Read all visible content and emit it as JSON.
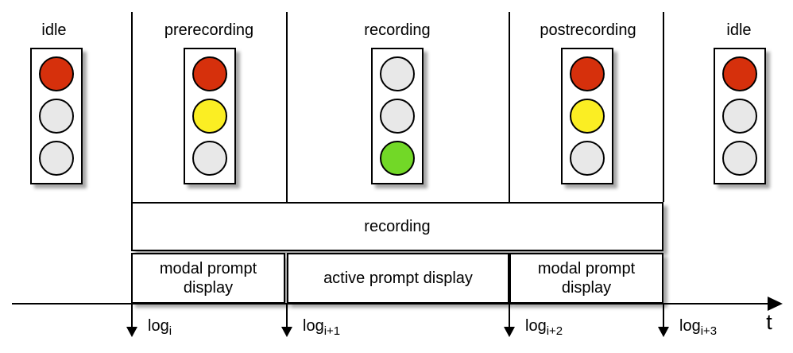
{
  "diagram": {
    "recording_bar_label": "recording",
    "timeline_label": "t"
  },
  "phases": [
    {
      "label": "idle"
    },
    {
      "label": "prerecording"
    },
    {
      "label": "recording"
    },
    {
      "label": "postrecording"
    },
    {
      "label": "idle"
    }
  ],
  "lights": [
    {
      "name": "idle-left",
      "lamps": [
        "#d6300c",
        "#e8e8e8",
        "#e8e8e8"
      ]
    },
    {
      "name": "prerecording",
      "lamps": [
        "#d6300c",
        "#fbee23",
        "#e8e8e8"
      ]
    },
    {
      "name": "recording",
      "lamps": [
        "#e8e8e8",
        "#e8e8e8",
        "#72d827"
      ]
    },
    {
      "name": "postrecording",
      "lamps": [
        "#d6300c",
        "#fbee23",
        "#e8e8e8"
      ]
    },
    {
      "name": "idle-right",
      "lamps": [
        "#d6300c",
        "#e8e8e8",
        "#e8e8e8"
      ]
    }
  ],
  "prompt_boxes": [
    {
      "label": "modal prompt display"
    },
    {
      "label": "active prompt display"
    },
    {
      "label": "modal prompt display"
    }
  ],
  "logs": [
    {
      "base": "log",
      "sub": "i"
    },
    {
      "base": "log",
      "sub": "i+1"
    },
    {
      "base": "log",
      "sub": "i+2"
    },
    {
      "base": "log",
      "sub": "i+3"
    }
  ],
  "colors": {
    "red_on": "#d6300c",
    "yellow_on": "#fbee23",
    "green_on": "#72d827",
    "lamp_off": "#e8e8e8",
    "line": "#000000"
  }
}
